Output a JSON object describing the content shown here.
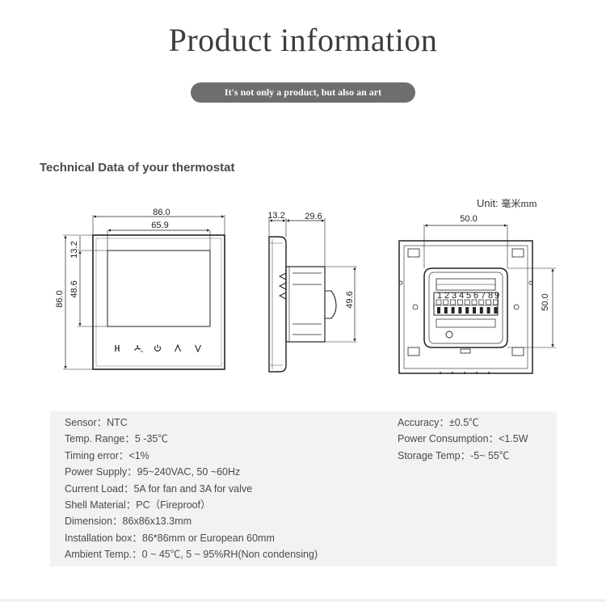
{
  "header": {
    "title": "Product information",
    "tagline": "It's not only a product, but also an art"
  },
  "section": {
    "heading": "Technical Data of your thermostat"
  },
  "unit": {
    "label": "Unit: ",
    "chinese": "毫米",
    "mm": "mm"
  },
  "front_view": {
    "width_outer": "86.0",
    "width_screen": "65.9",
    "height_outer": "86.0",
    "height_screen": "48.6",
    "top_offset": "13.2",
    "buttons": [
      "power-icon",
      "fan-icon",
      "power-icon",
      "up-arrow-icon",
      "down-arrow-icon"
    ]
  },
  "side_view": {
    "thickness_front": "13.2",
    "depth_back": "29.6",
    "height_back": "49.6"
  },
  "back_view": {
    "width_box": "50.0",
    "height_box": "50.0",
    "terminal_numbers": [
      "1",
      "2",
      "3",
      "4",
      "5",
      "6",
      "7",
      "8",
      "9"
    ]
  },
  "specs": {
    "left": [
      "Sensor：NTC",
      "Temp. Range：5 -35℃",
      "Timing error：<1%",
      "Power Supply：95~240VAC, 50 ~60Hz",
      "Current Load：5A for fan and 3A for valve",
      "Shell Material：PC（Fireproof）",
      "Dimension：86x86x13.3mm",
      "Installation box：86*86mm or European 60mm",
      "Ambient Temp.：0 ~ 45℃, 5 ~ 95%RH(Non condensing)"
    ],
    "right": [
      "Accuracy：±0.5℃",
      "Power Consumption：<1.5W",
      "Storage Temp：-5~ 55℃"
    ]
  },
  "colors": {
    "pill": "#6e6e6e",
    "spec_background": "#f2f2f2",
    "line": "#222222"
  }
}
